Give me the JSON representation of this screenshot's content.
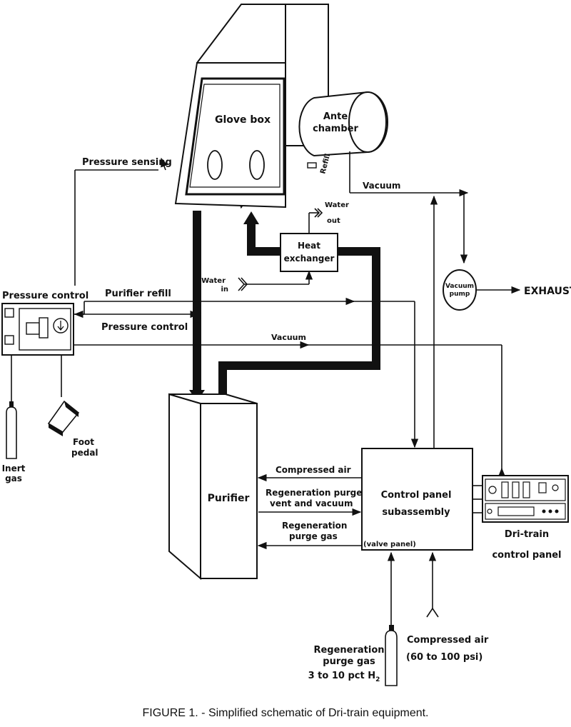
{
  "labels": {
    "glove_box": "Glove box",
    "ante_line1": "Ante",
    "ante_line2": "chamber",
    "refill": "Refill",
    "pressure_sensing": "Pressure sensing",
    "vacuum_top": "Vacuum",
    "water_out_line1": "Water",
    "water_out_line2": "out",
    "heat_ex_line1": "Heat",
    "heat_ex_line2": "exchanger",
    "water_in_line1": "Water",
    "water_in_line2": "in",
    "vacuum_pump_line1": "Vacuum",
    "vacuum_pump_line2": "pump",
    "exhaust": "EXHAUST",
    "pressure_control_title": "Pressure control",
    "purifier_refill": "Purifier refill",
    "pressure_control_line": "Pressure control",
    "vacuum_mid": "Vacuum",
    "foot_pedal_line1": "Foot",
    "foot_pedal_line2": "pedal",
    "inert_gas_line1": "Inert",
    "inert_gas_line2": "gas",
    "purifier": "Purifier",
    "compressed_air_left": "Compressed air",
    "regen_vent_line1": "Regeneration purge",
    "regen_vent_line2": "vent and vacuum",
    "regen_purge_line1": "Regeneration",
    "regen_purge_line2": "purge gas",
    "control_panel_line1": "Control panel",
    "control_panel_line2": "subassembly",
    "valve_panel": "(valve panel)",
    "dri_train_line1": "Dri-train",
    "dri_train_line2": "control panel",
    "regen_bottom_line1": "Regeneration",
    "regen_bottom_line2": "purge gas",
    "regen_bottom_line3": "3 to 10 pct H",
    "regen_bottom_sub": "2",
    "compressed_bottom_line1": "Compressed air",
    "compressed_bottom_line2": "(60 to 100 psi)"
  },
  "caption": "FIGURE 1. - Simplified schematic of Dri-train equipment."
}
